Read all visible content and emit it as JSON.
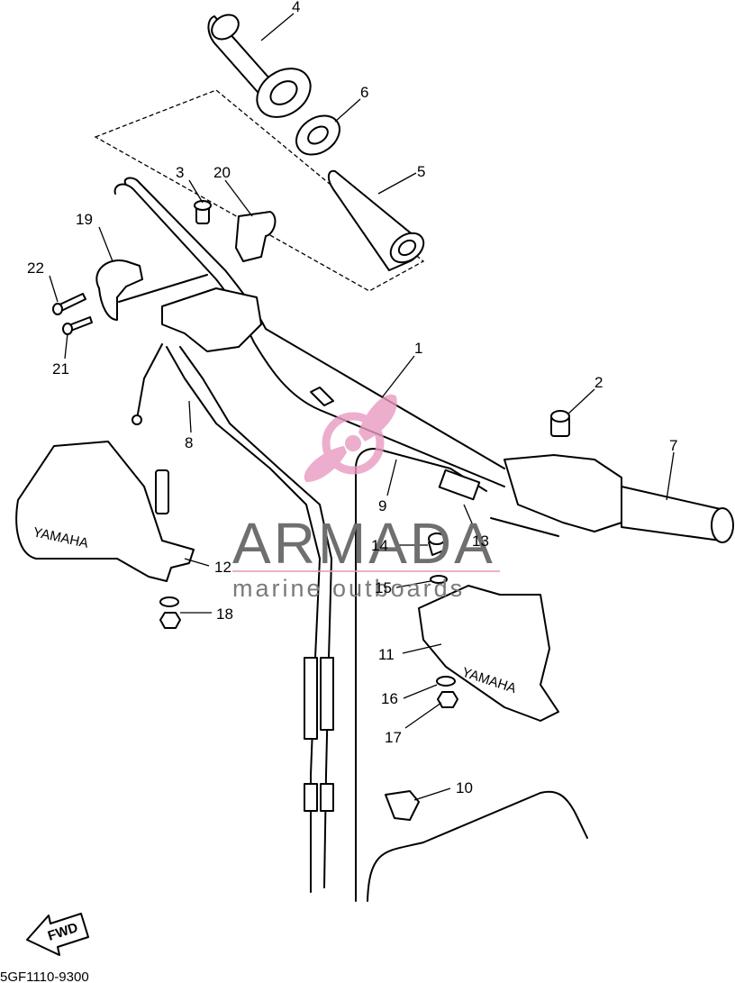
{
  "diagram": {
    "callouts": [
      "1",
      "2",
      "3",
      "4",
      "5",
      "6",
      "7",
      "8",
      "9",
      "10",
      "11",
      "12",
      "13",
      "14",
      "15",
      "16",
      "17",
      "18",
      "19",
      "20",
      "21",
      "22"
    ],
    "guard_brand": "YAMAHA",
    "direction_label": "FWD",
    "diagram_code": "5GF1110-9300"
  },
  "watermark": {
    "title": "ARMADA",
    "subtitle": "marine outboards",
    "logo_color": "#e89bc0",
    "text_color": "#707070"
  }
}
